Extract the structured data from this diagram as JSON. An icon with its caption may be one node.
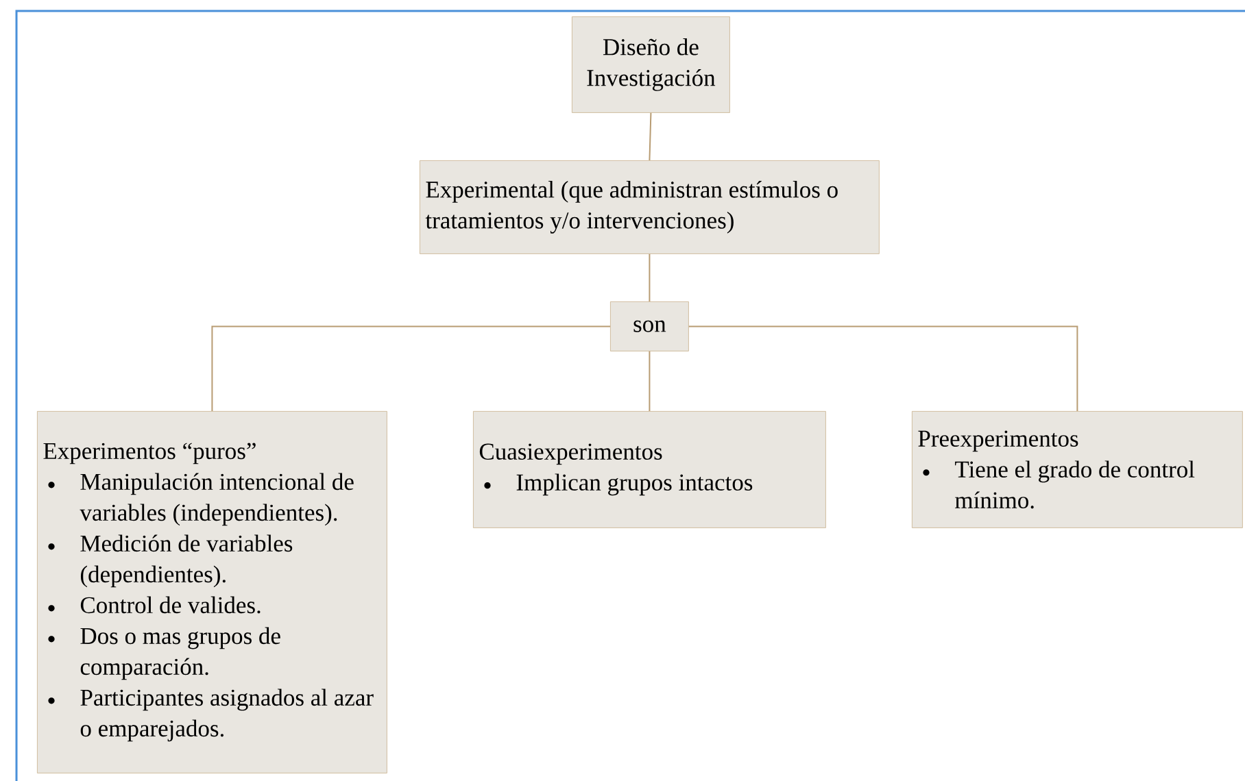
{
  "diagram": {
    "nodes": [
      {
        "text": [
          "Diseño de Investigación"
        ]
      },
      {
        "text": [
          "Experimental (que administran estímulos o tratamientos y/o intervenciones)"
        ]
      },
      {
        "text": [
          "son"
        ]
      },
      {
        "text": [
          "Experimentos “puros”",
          "Manipulación intencional de variables (independientes).",
          "Medición de variables (dependientes).",
          "Control de valides.",
          "Dos o mas grupos de comparación.",
          "Participantes asignados al azar o emparejados."
        ]
      },
      {
        "text": [
          "Cuasiexperimentos",
          "Implican grupos intactos"
        ]
      },
      {
        "text": [
          "Preexperimentos",
          "Tiene el grado de control mínimo."
        ]
      }
    ],
    "edges": [
      {
        "from": 0,
        "to": 1,
        "arrow": "none"
      },
      {
        "from": 1,
        "to": 2,
        "arrow": "none"
      },
      {
        "from": 2,
        "to": 3,
        "arrow": "none"
      },
      {
        "from": 2,
        "to": 4,
        "arrow": "none"
      },
      {
        "from": 2,
        "to": 5,
        "arrow": "none"
      }
    ]
  }
}
